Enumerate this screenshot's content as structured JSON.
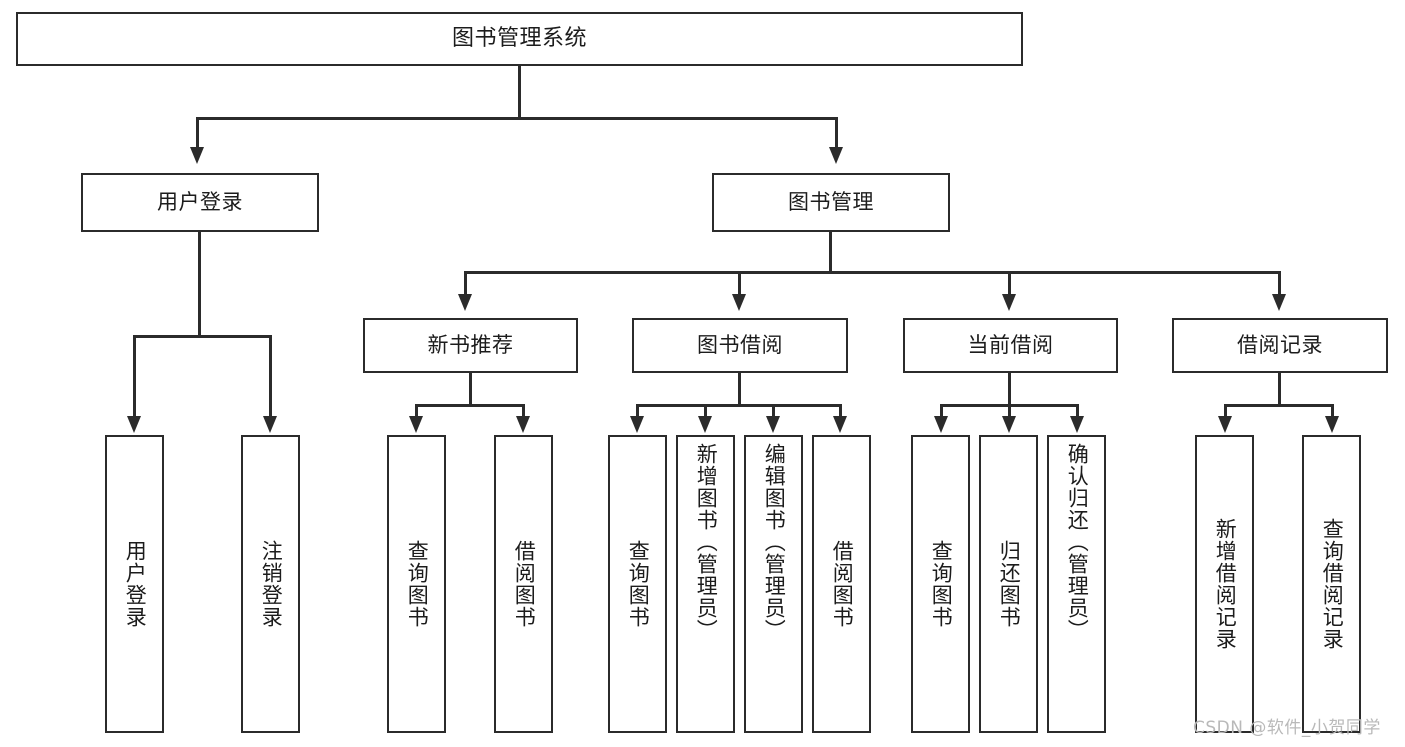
{
  "diagram": {
    "type": "tree",
    "title": "图书管理系统",
    "orientation": "top-down",
    "colors": {
      "box_border": "#2b2b2b",
      "box_fill": "#ffffff",
      "connector": "#2b2b2b",
      "canvas": "#ffffff",
      "watermark": "#b9b9b9"
    },
    "root": {
      "label": "图书管理系统"
    },
    "level2": [
      {
        "label": "用户登录"
      },
      {
        "label": "图书管理"
      }
    ],
    "level3": [
      {
        "label": "新书推荐"
      },
      {
        "label": "图书借阅"
      },
      {
        "label": "当前借阅"
      },
      {
        "label": "借阅记录"
      }
    ],
    "leaves": {
      "user_login": [
        {
          "label": "用户登录"
        },
        {
          "label": "注销登录"
        }
      ],
      "new_book_recommend": [
        {
          "label": "查询图书"
        },
        {
          "label": "借阅图书"
        }
      ],
      "book_borrow": [
        {
          "label": "查询图书"
        },
        {
          "label": "新增图书（管理员）"
        },
        {
          "label": "编辑图书（管理员）"
        },
        {
          "label": "借阅图书"
        }
      ],
      "current_borrow": [
        {
          "label": "查询图书"
        },
        {
          "label": "归还图书"
        },
        {
          "label": "确认归还（管理员）"
        }
      ],
      "borrow_record": [
        {
          "label": "新增借阅记录"
        },
        {
          "label": "查询借阅记录"
        }
      ]
    }
  },
  "watermark": {
    "text": "CSDN @软件_小贺同学"
  }
}
